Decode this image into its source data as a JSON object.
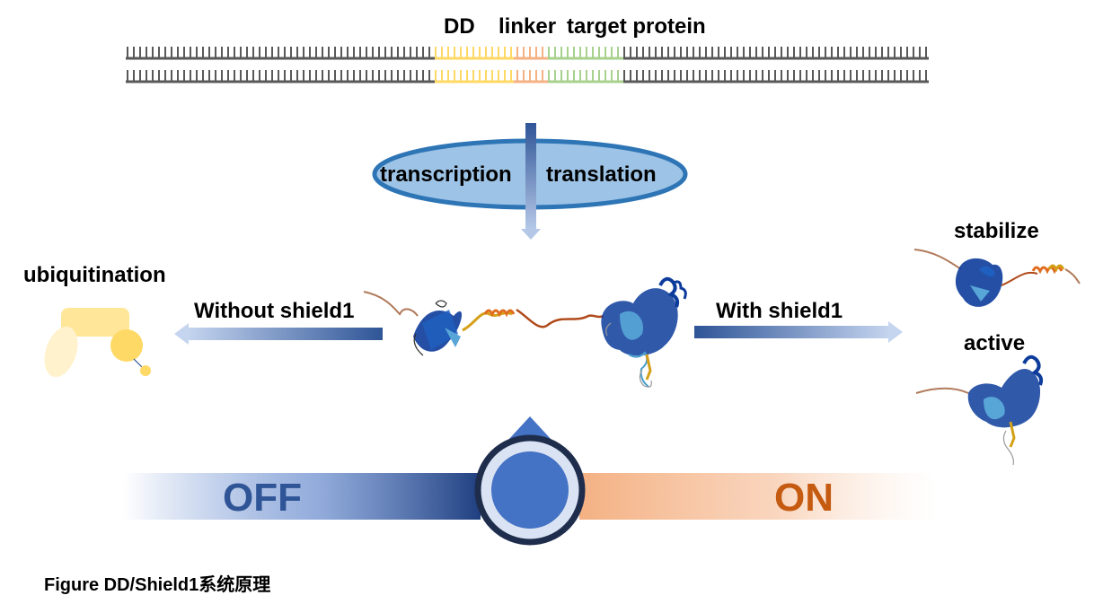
{
  "dna": {
    "labels": {
      "dd": "DD",
      "linker": "linker",
      "target": "target protein"
    },
    "segments": [
      {
        "name": "DD",
        "color": "#ffd966"
      },
      {
        "name": "linker",
        "color": "#f4b183"
      },
      {
        "name": "target protein",
        "color": "#a9d18e"
      }
    ],
    "backbone_color": "#595959"
  },
  "process": {
    "left_label": "transcription",
    "right_label": "translation",
    "fill": "#9dc3e6",
    "stroke": "#2e75b6"
  },
  "without": {
    "label": "Without shield1",
    "outcome": "ubiquitination"
  },
  "with": {
    "label": "With shield1",
    "outcome_top": "stabilize",
    "outcome_bottom": "active"
  },
  "switch": {
    "off_label": "OFF",
    "on_label": "ON",
    "off_color": "#2f5597",
    "on_color": "#c55a11",
    "knob_color": "#4472c4",
    "ring_color": "#1f2d4d"
  },
  "caption": "Figure DD/Shield1系统原理"
}
